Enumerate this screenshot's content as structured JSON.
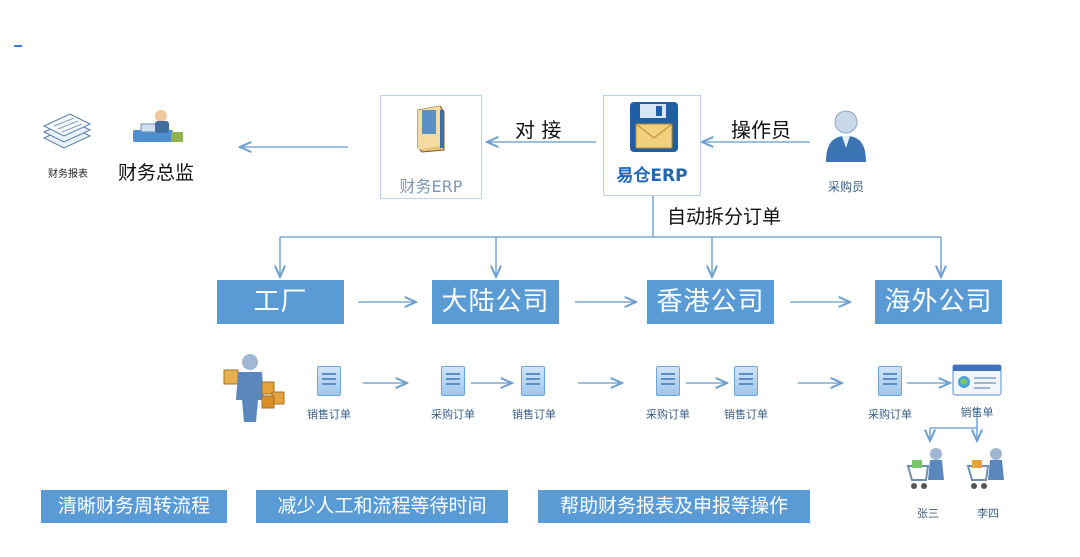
{
  "top": {
    "finance_erp_label": "财务ERP",
    "yicang_erp_label": "易仓ERP",
    "dock_label": "对 接",
    "operator_label": "操作员",
    "purchaser_label": "采购员",
    "auto_split_label": "自动拆分订单",
    "finance_director_label": "财务总监",
    "finance_report_label": "财务报表"
  },
  "companies": [
    "工厂",
    "大陆公司",
    "香港公司",
    "海外公司"
  ],
  "docs": {
    "factory_sales": "销售订单",
    "mainland_purchase": "采购订单",
    "mainland_sales": "销售订单",
    "hk_purchase": "采购订单",
    "hk_sales": "销售订单",
    "overseas_purchase": "采购订单",
    "overseas_sales": "销售单"
  },
  "customers": [
    "张三",
    "李四"
  ],
  "benefits": [
    "清晰财务周转流程",
    "减少人工和流程等待时间",
    "帮助财务报表及申报等操作"
  ],
  "colors": {
    "accent": "#5b9bd5",
    "line": "#7fa8d4",
    "text_blue": "#1f67b1"
  }
}
